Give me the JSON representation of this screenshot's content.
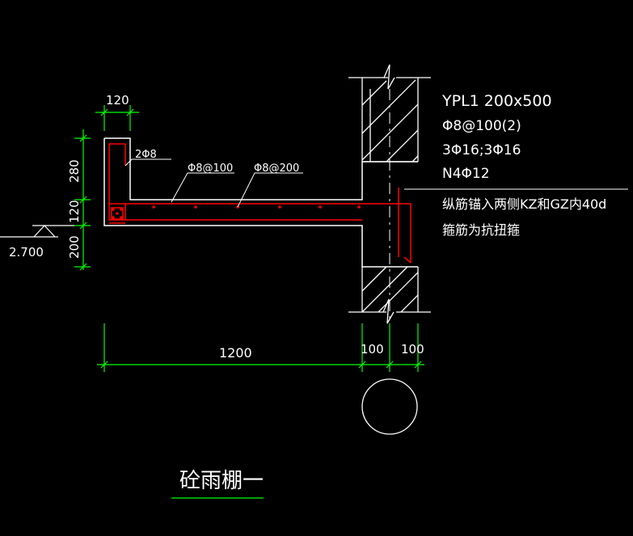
{
  "colors": {
    "background": "#000000",
    "outline": "#ffffff",
    "dimension": "#00ff00",
    "rebar": "#ff0000",
    "text": "#ffffff"
  },
  "dimensions": {
    "top_width": "120",
    "height_280": "280",
    "height_120": "120",
    "height_200": "200",
    "span_1200": "1200",
    "wall_left_100": "100",
    "wall_right_100": "100"
  },
  "elevation": "2.700",
  "rebar_labels": {
    "top_bars": "2Φ8",
    "distribution": "Φ8@100",
    "main": "Φ8@200"
  },
  "beam_spec": {
    "name": "YPL1 200x500",
    "stirrups": "Φ8@100(2)",
    "longitudinal": "3Φ16;3Φ16",
    "web_bars": "N4Φ12"
  },
  "notes": {
    "anchorage": "纵筋锚入两侧KZ和GZ内40d",
    "stirrup_type": "箍筋为抗扭箍"
  },
  "title": "砼雨棚一"
}
